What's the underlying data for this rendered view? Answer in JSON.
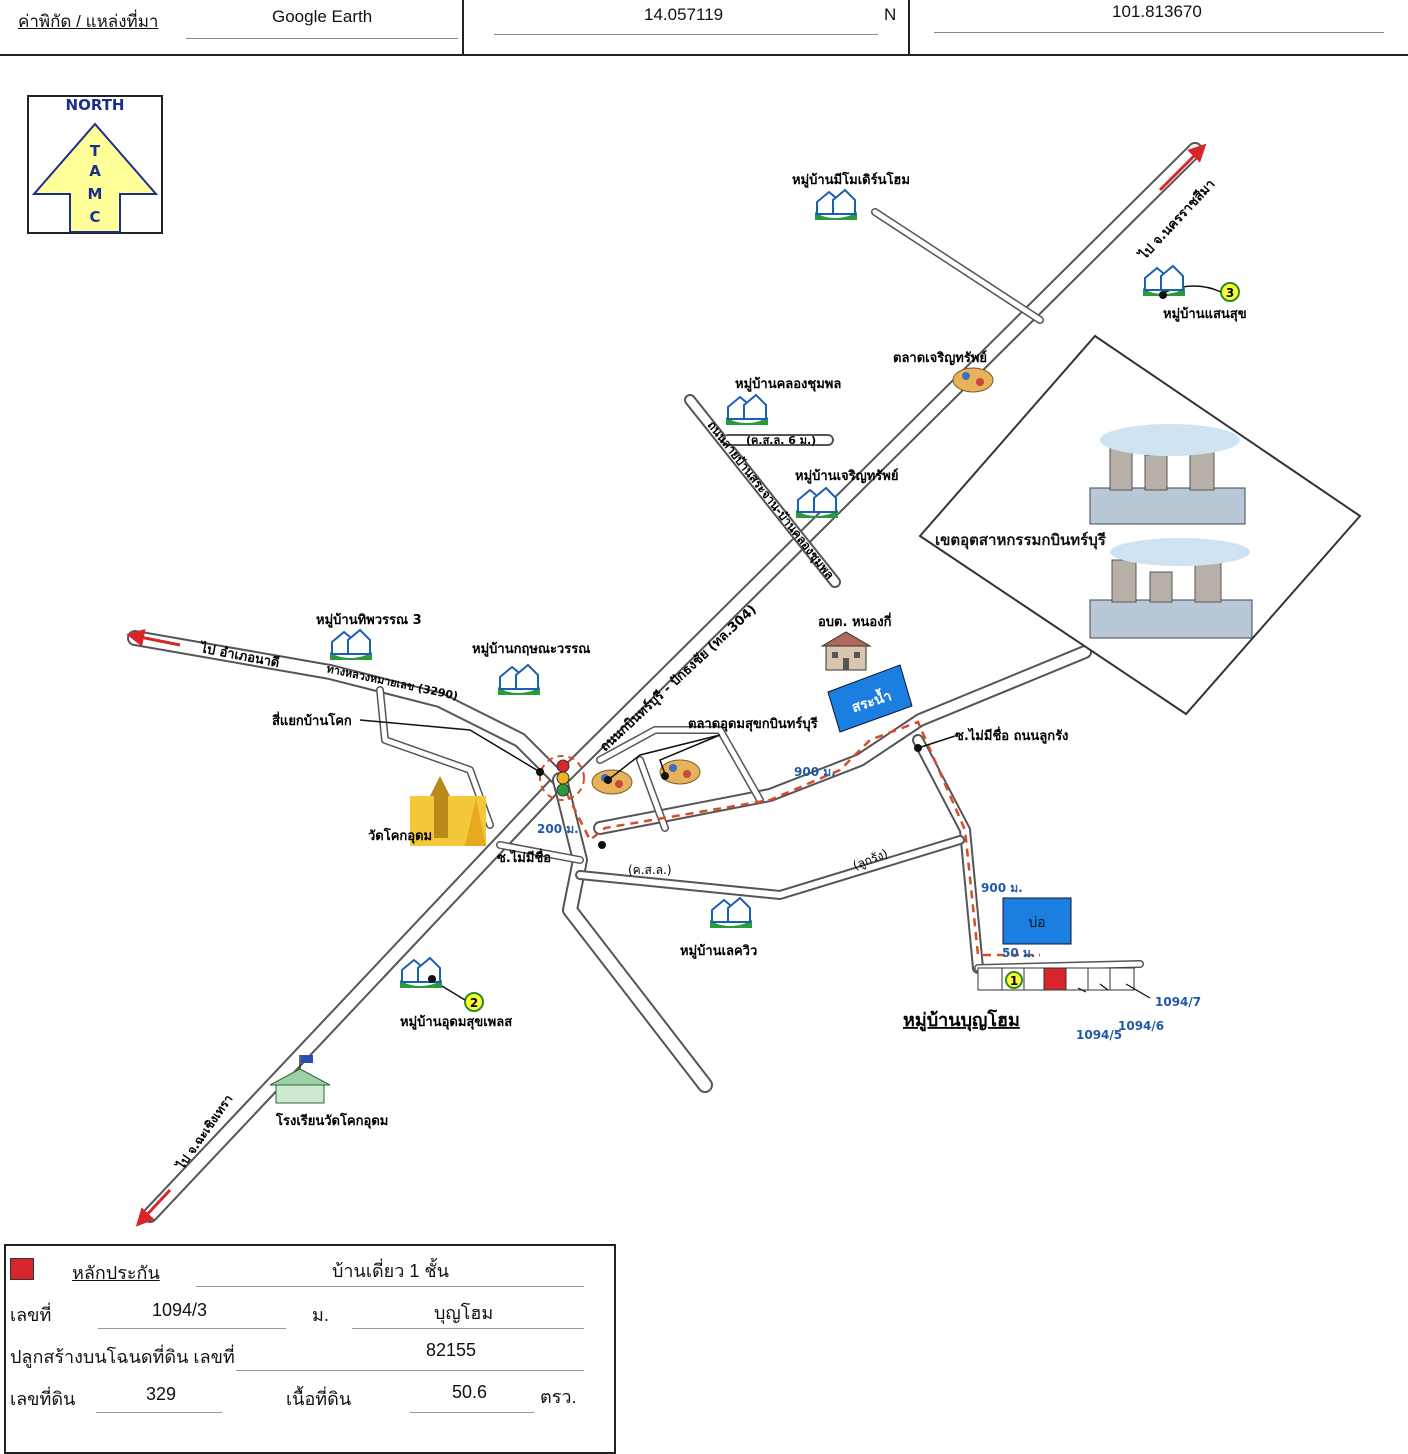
{
  "header": {
    "label": "ค่าพิกัด / แหล่งที่มา",
    "source": "Google Earth",
    "latitude": "14.057119",
    "lat_dir": "N",
    "longitude": "101.813670"
  },
  "compass": {
    "top_text": "NORTH",
    "letters": [
      "T",
      "A",
      "M",
      "C"
    ]
  },
  "roads": {
    "to_nakhon_ratchasima": "ไป จ.นครราชสีมา",
    "to_ban_na_di": "ไป อำเภอนาดี",
    "highway_3290": "ทางหลวงหมายเลข (3290)",
    "kabinburi_road": "ถนนกบินทร์บุรี - ปักธงชัย (ทล.304)",
    "nong_ki_road": "ถนนสายบ้านสระจาน-บ้านคลองชุมพล",
    "to_kanchanaburi": "ไป จ.ฉะเชิงเทรา",
    "kasal_6m": "(ค.ส.ล. 6 ม.)",
    "kasal": "(ค.ส.ล.)",
    "lukrang": "(ลูกรัง)"
  },
  "labels": {
    "village_modern_home": "หมู่บ้านมีโมเดิร์นโฮม",
    "village_saensuk": "หมู่บ้านแสนสุข",
    "market_charoensap": "ตลาดเจริญทรัพย์",
    "village_khlong_chumphon": "หมู่บ้านคลองชุมพล",
    "village_charoensap": "หมู่บ้านเจริญทรัพย์",
    "industrial_zone": "เขตอุตสาหกรรมกบินทร์บุรี",
    "village_thipphawan": "หมู่บ้านทิพวรรณ 3",
    "village_kritsanawan": "หมู่บ้านกฤษณะวรรณ",
    "obt_nong_ki": "อบต. หนองกี่",
    "pond_label": "สระน้ำ",
    "intersection": "สี่แยกบ้านโคก",
    "market_udomsuk": "ตลาดอุดมสุขกบินทร์บุรี",
    "soi_unnamed_lukrang": "ซ.ไม่มีชื่อ ถนนลูกรัง",
    "dist_900_a": "900 ม.",
    "wat_khok_udom": "วัดโคกอุดม",
    "dist_200": "200 ม.",
    "soi_unnamed": "ซ.ไม่มีชื่อ",
    "dist_900_b": "900 ม.",
    "well_label": "บ่อ",
    "dist_50": "50 ม.",
    "village_lakeview": "หมู่บ้านเลควิว",
    "village_udomsuk_place": "หมู่บ้านอุดมสุขเพลส",
    "village_boonhome": "หมู่บ้านบุญโฮม",
    "plot_1094_7": "1094/7",
    "plot_1094_6": "1094/6",
    "plot_1094_5": "1094/5",
    "school": "โรงเรียนวัดโคกอุดม",
    "num_1": "1",
    "num_2": "2",
    "num_3": "3"
  },
  "info": {
    "legend_label": "หลักประกัน",
    "building_type": "บ้านเดี่ยว 1 ชั้น",
    "number_label": "เลขที่",
    "number_value": "1094/3",
    "moo_label": "ม.",
    "village_value": "บุญโฮม",
    "deed_label": "ปลูกสร้างบนโฉนดที่ดิน เลขที่",
    "deed_value": "82155",
    "land_no_label": "เลขที่ดิน",
    "land_no_value": "329",
    "area_label": "เนื้อที่ดิน",
    "area_value": "50.6",
    "area_unit": "ตรว."
  },
  "colors": {
    "collateral_red": "#d7262b",
    "blue_box": "#1a7fe0",
    "route_red": "#d94a2a",
    "label_blue": "#1f5aa8",
    "arrow_yellow": "#ffff99"
  }
}
